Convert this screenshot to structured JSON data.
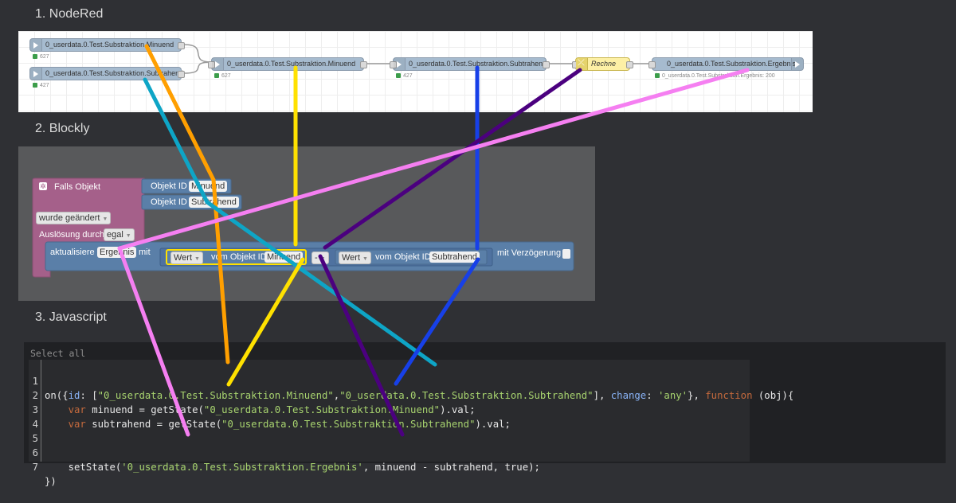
{
  "sections": {
    "nodered": "1. NodeRed",
    "blockly": "2. Blockly",
    "javascript": "3. Javascript"
  },
  "nodered": {
    "nodes": {
      "in_minuend": "0_userdata.0.Test.Substraktion.Minuend",
      "in_subtrahend": "0_userdata.0.Test.Substraktion.Subtrahend",
      "get_minuend": "0_userdata.0.Test.Substraktion.Minuend",
      "get_subtrahend": "0_userdata.0.Test.Substraktion.Subtrahend",
      "function": "Rechne",
      "out_ergebnis": "0_userdata.0.Test.Substraktion.Ergebnis"
    },
    "statuses": {
      "in_minuend": "627",
      "in_subtrahend": "427",
      "get_minuend": "627",
      "get_subtrahend": "427",
      "out_ergebnis": "0_userdata.0.Test.Substraktion.Ergebnis: 200"
    }
  },
  "blockly": {
    "falls_objekt": "Falls Objekt",
    "objekt_id": "Objekt ID",
    "minuend": "Minuend",
    "subtrahend": "Subtrahend",
    "wurde_geaendert": "wurde geändert",
    "ausloesung_durch": "Auslösung durch",
    "egal": "egal",
    "aktualisiere": "aktualisiere",
    "ergebnis": "Ergebnis",
    "mit": "mit",
    "wert": "Wert",
    "vom_objekt_id": "vom Objekt ID",
    "minus": "-",
    "mit_verzoegerung": "mit Verzögerung"
  },
  "javascript": {
    "select_all": "Select all",
    "line_numbers": [
      "1",
      "2",
      "3",
      "4",
      "5",
      "6",
      "7"
    ],
    "code": {
      "l1_a": "on({",
      "l1_id": "id",
      "l1_b": ": [",
      "l1_s1": "\"0_userdata.0.Test.Substraktion.Minuend\"",
      "l1_c": ",",
      "l1_s2": "\"0_userdata.0.Test.Substraktion.Subtrahend\"",
      "l1_d": "], ",
      "l1_change": "change",
      "l1_e": ": ",
      "l1_any": "'any'",
      "l1_f": "}, ",
      "l1_function": "function",
      "l1_g": " (obj){",
      "l2_var": "var",
      "l2_a": " minuend = getState(",
      "l2_s": "\"0_userdata.0.Test.Substraktion.Minuend\"",
      "l2_b": ").val;",
      "l3_var": "var",
      "l3_a": " subtrahend = getState(",
      "l3_s": "\"0_userdata.0.Test.Substraktion.Subtrahend\"",
      "l3_b": ").val;",
      "l6_a": "setState(",
      "l6_s": "'0_userdata.0.Test.Substraktion.Ergebnis'",
      "l6_b": ", minuend - subtrahend, true);",
      "l7": "})"
    }
  },
  "colors": {
    "orange": "#ff9f00",
    "cyan": "#0ea5c6",
    "yellow": "#ffe100",
    "blue": "#1740e8",
    "purple": "#4b007f",
    "pink": "#f57ff1",
    "blockly_event": "#a5608a",
    "blockly_action": "#5a7fa8"
  }
}
